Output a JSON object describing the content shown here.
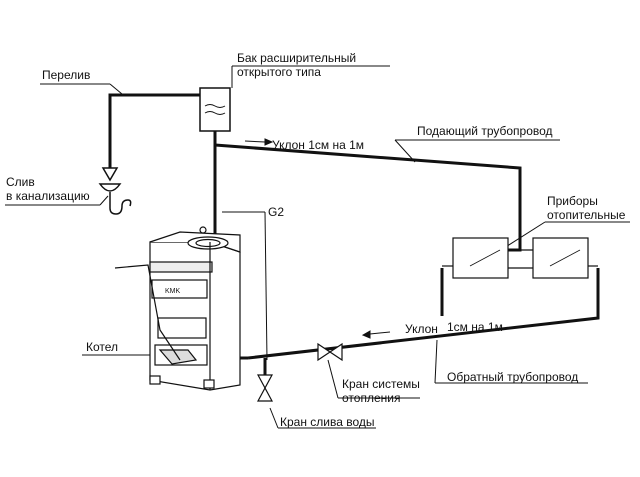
{
  "labels": {
    "overflow": "Перелив",
    "expansion_tank": [
      "Бак расширительный",
      "открытого типа"
    ],
    "drain_to_sewer": [
      "Слив",
      "в канализацию"
    ],
    "slope_supply": "Уклон 1см на 1м",
    "supply_pipeline": "Подающий трубопровод",
    "g2": "G2",
    "radiators": [
      "Приборы",
      "отопительные"
    ],
    "boiler": "Котел",
    "slope_return_word": "Уклон",
    "slope_return_value": "1см на 1м",
    "return_pipeline": "Обратный трубопровод",
    "heating_valve": [
      "Кран системы",
      "отопления"
    ],
    "drain_valve": "Кран слива воды"
  },
  "boiler_nameplate": "KMK",
  "colors": {
    "line": "#111111",
    "background": "#ffffff"
  },
  "icons": [
    "expansion-tank-icon",
    "drain-funnel-icon",
    "boiler-icon",
    "radiator-icon",
    "valve-icon",
    "flow-arrow-icon"
  ]
}
